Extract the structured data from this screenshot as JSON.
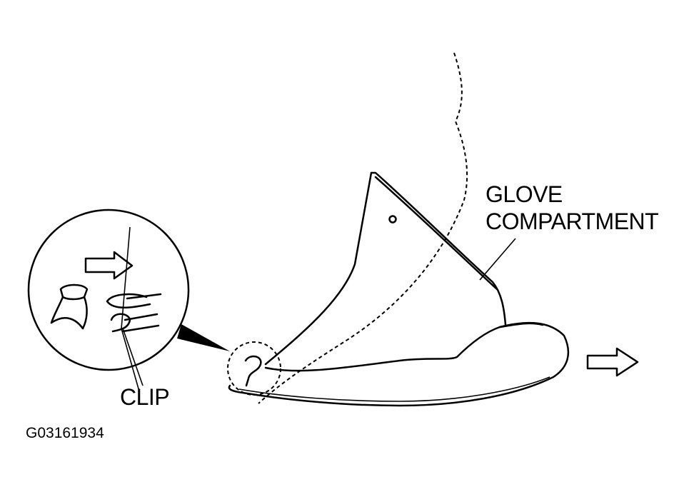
{
  "labels": {
    "glove_line1": "GLOVE",
    "glove_line2": "COMPARTMENT",
    "clip": "CLIP",
    "figure_id": "G03161934"
  },
  "icons": [
    "detail-magnifier-icon",
    "arrow-right-icon"
  ],
  "colors": {
    "ink": "#000000",
    "paper": "#ffffff"
  }
}
